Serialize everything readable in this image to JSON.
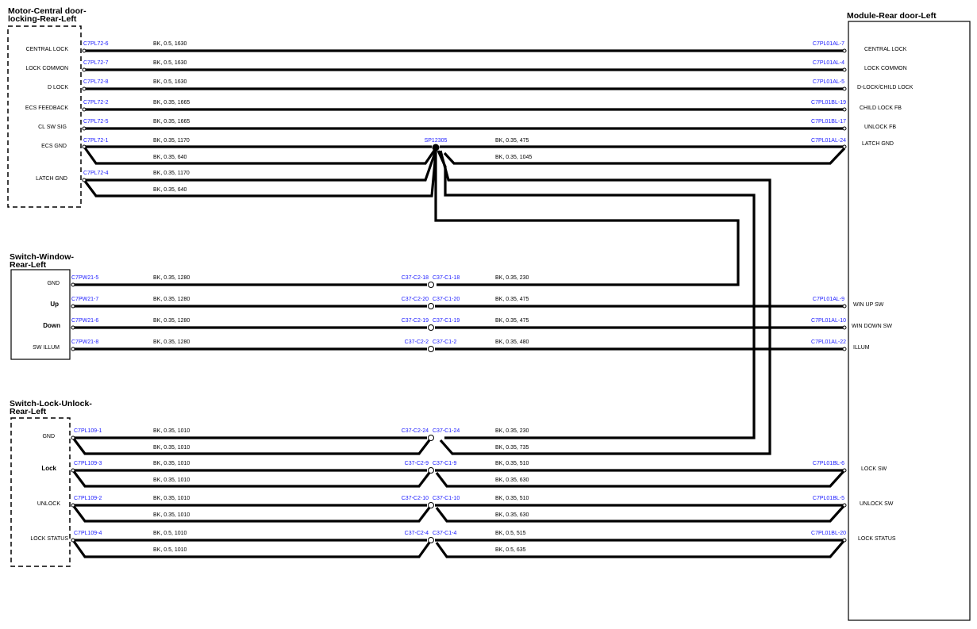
{
  "components": {
    "motor": {
      "title1": "Motor-Central door-",
      "title2": "locking-Rear-Left"
    },
    "module": {
      "title": "Module-Rear door-Left"
    },
    "window_switch": {
      "title1": "Switch-Window-",
      "title2": "Rear-Left"
    },
    "lock_switch": {
      "title1": "Switch-Lock-Unlock-",
      "title2": "Rear-Left"
    }
  },
  "motor_pins": [
    {
      "label": "CENTRAL LOCK",
      "conn": "C7PL72-6",
      "spec": "BK,  0.5,  1630",
      "module_conn": "C7PL01AL-7",
      "module_pin": "CENTRAL LOCK"
    },
    {
      "label": "LOCK COMMON",
      "conn": "C7PL72-7",
      "spec": "BK,  0.5,  1630",
      "module_conn": "C7PL01AL-4",
      "module_pin": "LOCK COMMON"
    },
    {
      "label": "D LOCK",
      "conn": "C7PL72-8",
      "spec": "BK,  0.5,  1630",
      "module_conn": "C7PL01AL-5",
      "module_pin": "D-LOCK/CHILD LOCK"
    },
    {
      "label": "ECS FEEDBACK",
      "conn": "C7PL72-2",
      "spec": "BK,  0.35,  1665",
      "module_conn": "C7PL01BL-19",
      "module_pin": "CHILD LOCK FB"
    },
    {
      "label": "CL SW SIG",
      "conn": "C7PL72-5",
      "spec": "BK,  0.35,  1665",
      "module_conn": "C7PL01BL-17",
      "module_pin": "UNLOCK FB"
    },
    {
      "label": "ECS GND",
      "conn": "C7PL72-1",
      "spec": "BK,  0.35,  1170",
      "spec2": "BK,  0.35,  640",
      "module_conn": "C7PL01AL-24",
      "module_pin": "LATCH GND"
    },
    {
      "label": "LATCH GND",
      "conn": "C7PL72-4",
      "spec": "BK,  0.35,  1170",
      "spec2": "BK,  0.35,  640"
    }
  ],
  "splice": {
    "label": "SP12305",
    "spec_top": "BK,  0.35,  475",
    "spec_bottom": "BK,  0.35,  1045"
  },
  "window_pins": [
    {
      "label": "GND",
      "bold": false,
      "conn": "C7PW21-5",
      "spec": "BK,  0.35,  1280",
      "c2": "C37-C2-18",
      "c1": "C37-C1-18",
      "spec_right": "BK,  0.35,  230",
      "module_conn": "",
      "module_pin": ""
    },
    {
      "label": "Up",
      "bold": true,
      "conn": "C7PW21-7",
      "spec": "BK,  0.35,  1280",
      "c2": "C37-C2-20",
      "c1": "C37-C1-20",
      "spec_right": "BK,  0.35,  475",
      "module_conn": "C7PL01AL-9",
      "module_pin": "WIN UP SW"
    },
    {
      "label": "Down",
      "bold": true,
      "conn": "C7PW21-6",
      "spec": "BK,  0.35,  1280",
      "c2": "C37-C2-19",
      "c1": "C37-C1-19",
      "spec_right": "BK,  0.35,  475",
      "module_conn": "C7PL01AL-10",
      "module_pin": "WIN DOWN SW"
    },
    {
      "label": "SW ILLUM",
      "bold": false,
      "conn": "C7PW21-8",
      "spec": "BK,  0.35,  1280",
      "c2": "C37-C2-2",
      "c1": "C37-C1-2",
      "spec_right": "BK,  0.35,  480",
      "module_conn": "C7PL01AL-22",
      "module_pin": "ILLUM"
    }
  ],
  "lock_pins": [
    {
      "label": "GND",
      "bold": false,
      "conn": "C7PL109-1",
      "spec": "BK,  0.35,  1010",
      "spec2": "BK,  0.35,  1010",
      "c2": "C37-C2-24",
      "c1": "C37-C1-24",
      "spec_right": "BK,  0.35,  230",
      "spec_right2": "BK,  0.35,  735",
      "module_conn": "",
      "module_pin": ""
    },
    {
      "label": "Lock",
      "bold": true,
      "conn": "C7PL109-3",
      "spec": "BK,  0.35,  1010",
      "spec2": "BK,  0.35,  1010",
      "c2": "C37-C2-9",
      "c1": "C37-C1-9",
      "spec_right": "BK,  0.35,  510",
      "spec_right2": "BK,  0.35,  630",
      "module_conn": "C7PL01BL-6",
      "module_pin": "LOCK SW"
    },
    {
      "label": "UNLOCK",
      "bold": false,
      "conn": "C7PL109-2",
      "spec": "BK,  0.35,  1010",
      "spec2": "BK,  0.35,  1010",
      "c2": "C37-C2-10",
      "c1": "C37-C1-10",
      "spec_right": "BK,  0.35,  510",
      "spec_right2": "BK,  0.35,  630",
      "module_conn": "C7PL01BL-5",
      "module_pin": "UNLOCK SW"
    },
    {
      "label": "LOCK STATUS",
      "bold": false,
      "conn": "C7PL109-4",
      "spec": "BK,  0.5,  1010",
      "spec2": "BK,  0.5,  1010",
      "c2": "C37-C2-4",
      "c1": "C37-C1-4",
      "spec_right": "BK,  0.5,  515",
      "spec_right2": "BK,  0.5,  635",
      "module_conn": "C7PL01BL-20",
      "module_pin": "LOCK STATUS"
    }
  ]
}
